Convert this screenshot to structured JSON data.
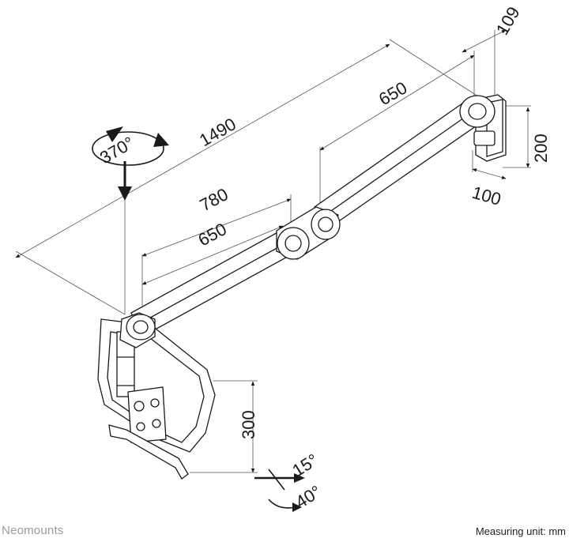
{
  "brand": "Neomounts",
  "measuring_unit": "Measuring unit: mm",
  "dimensions": {
    "overall_reach": "1490",
    "upper_arm_length": "650",
    "middle_reach": "780",
    "lower_arm_length": "650",
    "wall_offset": "109",
    "wall_plate_height": "200",
    "wall_plate_width": "100",
    "vertical_adjust": "300"
  },
  "angles": {
    "rotation": "370°",
    "tilt_up": "15°",
    "tilt_down": "40°"
  },
  "colors": {
    "line": "#1a1a1a",
    "dimension_line": "#555555",
    "part_fill": "#ffffff",
    "brand_text": "#9b9b9b"
  }
}
